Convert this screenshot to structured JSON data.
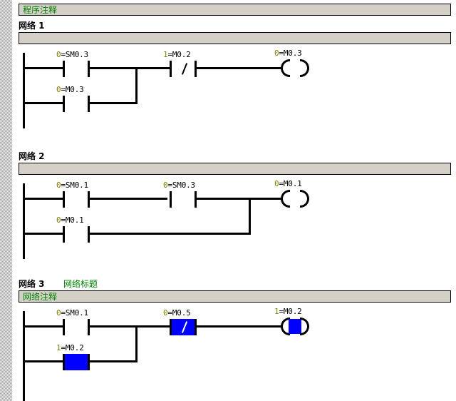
{
  "editor": {
    "program_comment": "程序注释",
    "accent_comment_color": "#008000",
    "bar_color": "#d4d0c8",
    "energized_color": "#0000ff",
    "value_color": "#808000"
  },
  "networks": [
    {
      "label": "网络 1",
      "title": "",
      "comment": "",
      "elements": [
        {
          "name": "contact-sm03",
          "kind": "contact-no",
          "value": "0",
          "operand": "=SM0.3",
          "energized": false
        },
        {
          "name": "contact-m03",
          "kind": "contact-no",
          "value": "0",
          "operand": "=M0.3",
          "energized": false
        },
        {
          "name": "contact-m02-nc",
          "kind": "contact-nc",
          "value": "1",
          "operand": "=M0.2",
          "energized": false
        },
        {
          "name": "coil-m03",
          "kind": "coil",
          "value": "0",
          "operand": "=M0.3",
          "energized": false
        }
      ]
    },
    {
      "label": "网络 2",
      "title": "",
      "comment": "",
      "elements": [
        {
          "name": "contact-sm01",
          "kind": "contact-no",
          "value": "0",
          "operand": "=SM0.1",
          "energized": false
        },
        {
          "name": "contact-m01",
          "kind": "contact-no",
          "value": "0",
          "operand": "=M0.1",
          "energized": false
        },
        {
          "name": "contact-sm03",
          "kind": "contact-no",
          "value": "0",
          "operand": "=SM0.3",
          "energized": false
        },
        {
          "name": "coil-m01",
          "kind": "coil",
          "value": "0",
          "operand": "=M0.1",
          "energized": false
        }
      ]
    },
    {
      "label": "网络 3",
      "title": "网络标题",
      "comment": "网络注释",
      "elements": [
        {
          "name": "contact-sm01",
          "kind": "contact-no",
          "value": "0",
          "operand": "=SM0.1",
          "energized": false
        },
        {
          "name": "contact-m02",
          "kind": "contact-no",
          "value": "1",
          "operand": "=M0.2",
          "energized": true
        },
        {
          "name": "contact-m05-nc",
          "kind": "contact-nc",
          "value": "0",
          "operand": "=M0.5",
          "energized": true
        },
        {
          "name": "coil-m02",
          "kind": "coil",
          "value": "1",
          "operand": "=M0.2",
          "energized": true
        }
      ]
    }
  ]
}
